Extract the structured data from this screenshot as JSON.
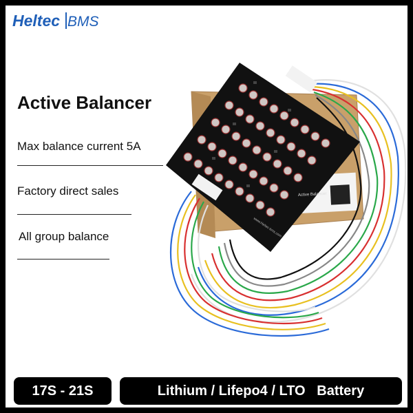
{
  "brand": {
    "logo_text": "HeltecBMS"
  },
  "headline": "Active Balancer",
  "features": [
    "Max balance current  5A",
    "Factory  direct  sales",
    "All group balance"
  ],
  "board_label": {
    "line1": "Active Balancer",
    "line2": "www.Heltec-bms.com"
  },
  "footer": {
    "series_range": "17S - 21S",
    "battery_types": "Lithium / Lifepo4 / LTO   Battery"
  },
  "colors": {
    "brand_blue": "#1f5fb8",
    "board": "#111111",
    "capacitor": "#c9c2bf",
    "box": "#c9a06a"
  }
}
